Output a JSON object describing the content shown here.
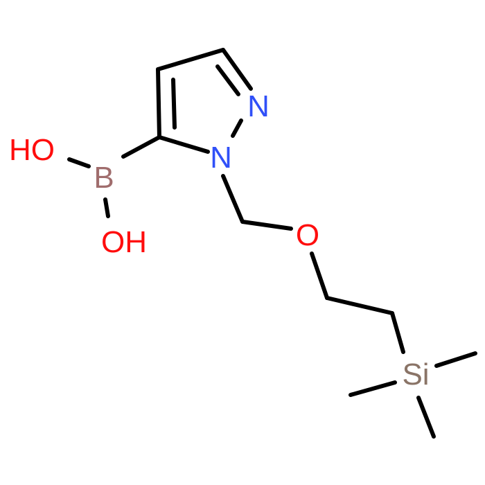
{
  "molecule": {
    "atoms": {
      "n_upper": {
        "symbol": "N",
        "color": "#3050f8"
      },
      "n_lower": {
        "symbol": "N",
        "color": "#3050f8"
      },
      "boron": {
        "symbol": "B",
        "color": "#a06d6d"
      },
      "oh_top": {
        "symbol": "HO",
        "color": "#ff0d0d"
      },
      "oh_bottom": {
        "symbol": "OH",
        "color": "#ff0d0d"
      },
      "ether_o": {
        "symbol": "O",
        "color": "#ff0d0d"
      },
      "silicon": {
        "symbol": "Si",
        "color": "#8a7467"
      }
    },
    "bond_color": "#000000"
  }
}
